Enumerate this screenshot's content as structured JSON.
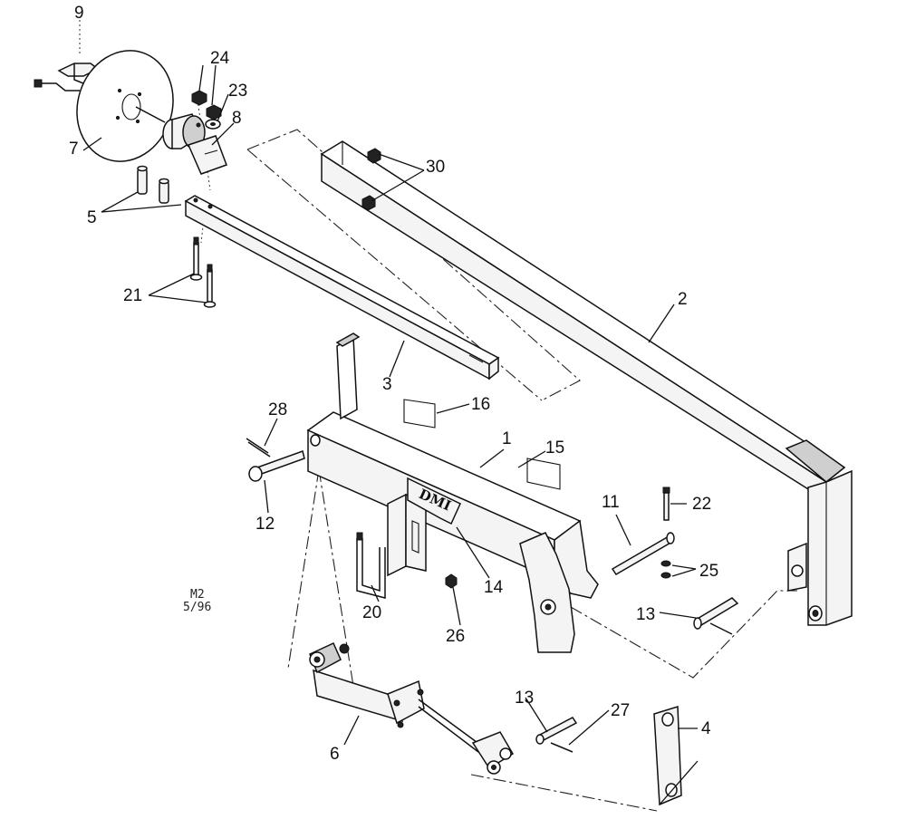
{
  "diagram": {
    "callouts": [
      {
        "id": "c9",
        "text": "9"
      },
      {
        "id": "c24",
        "text": "24"
      },
      {
        "id": "c23",
        "text": "23"
      },
      {
        "id": "c8",
        "text": "8"
      },
      {
        "id": "c7",
        "text": "7"
      },
      {
        "id": "c30",
        "text": "30"
      },
      {
        "id": "c5",
        "text": "5"
      },
      {
        "id": "c21",
        "text": "21"
      },
      {
        "id": "c2",
        "text": "2"
      },
      {
        "id": "c3",
        "text": "3"
      },
      {
        "id": "c16",
        "text": "16"
      },
      {
        "id": "c28",
        "text": "28"
      },
      {
        "id": "c1",
        "text": "1"
      },
      {
        "id": "c15",
        "text": "15"
      },
      {
        "id": "c11",
        "text": "11"
      },
      {
        "id": "c22",
        "text": "22"
      },
      {
        "id": "c12",
        "text": "12"
      },
      {
        "id": "c25",
        "text": "25"
      },
      {
        "id": "c14",
        "text": "14"
      },
      {
        "id": "c13a",
        "text": "13"
      },
      {
        "id": "c20",
        "text": "20"
      },
      {
        "id": "c26",
        "text": "26"
      },
      {
        "id": "c13b",
        "text": "13"
      },
      {
        "id": "c27",
        "text": "27"
      },
      {
        "id": "c4",
        "text": "4"
      },
      {
        "id": "c6",
        "text": "6"
      }
    ],
    "model_code": "M2",
    "revision_date": "5/96",
    "brand_badge": "DMI"
  }
}
